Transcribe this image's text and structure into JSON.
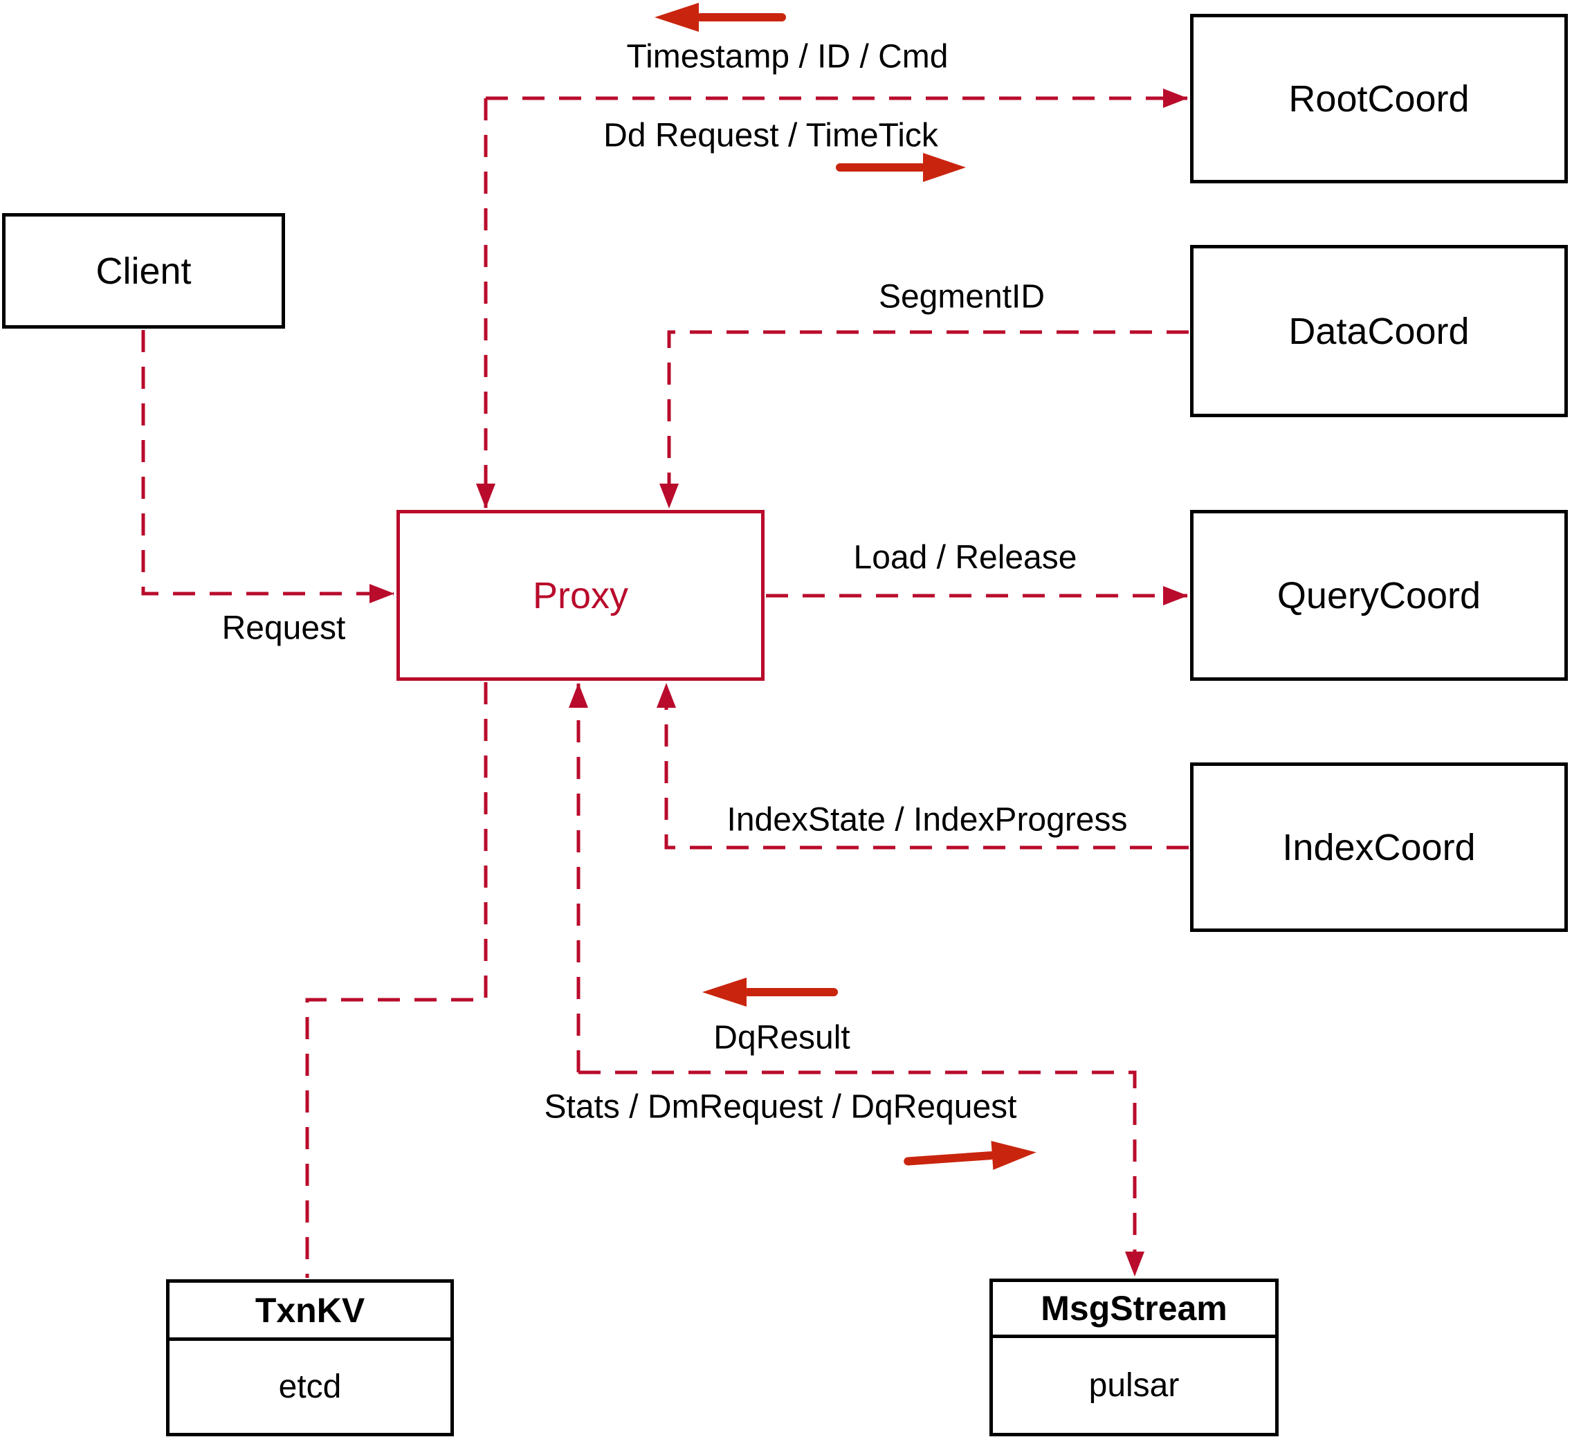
{
  "nodes": {
    "client": {
      "label": "Client"
    },
    "proxy": {
      "label": "Proxy"
    },
    "root_coord": {
      "label": "RootCoord"
    },
    "data_coord": {
      "label": "DataCoord"
    },
    "query_coord": {
      "label": "QueryCoord"
    },
    "index_coord": {
      "label": "IndexCoord"
    },
    "txn_kv": {
      "title": "TxnKV",
      "impl": "etcd"
    },
    "msg_stream": {
      "title": "MsgStream",
      "impl": "pulsar"
    }
  },
  "edge_labels": {
    "timestamp_id_cmd": "Timestamp / ID / Cmd",
    "dd_request_timetick": "Dd Request / TimeTick",
    "segment_id": "SegmentID",
    "load_release": "Load / Release",
    "index_state_progress": "IndexState / IndexProgress",
    "request": "Request",
    "dq_result": "DqResult",
    "stats_dm_dq": "Stats / DmRequest / DqRequest"
  },
  "colors": {
    "dashed_line": "#b90b2c",
    "solid_arrow": "#c9250e",
    "box_border": "#000000",
    "text": "#000000",
    "proxy_accent": "#b90b2c",
    "background": "#ffffff"
  }
}
